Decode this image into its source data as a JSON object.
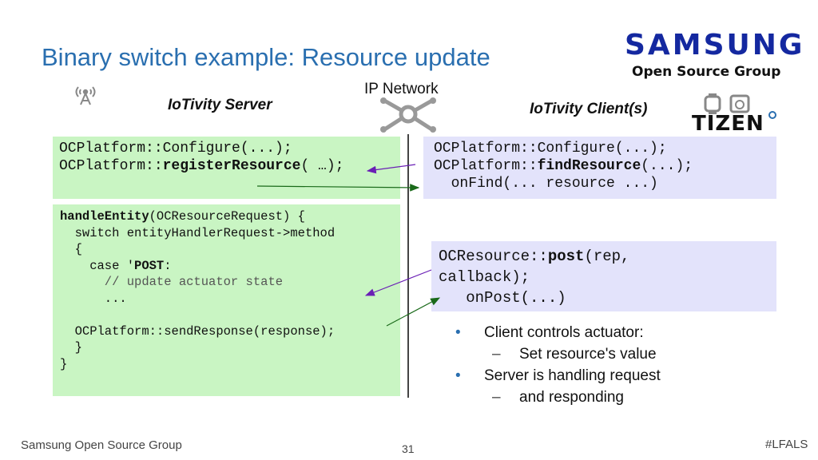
{
  "slide": {
    "title": "Binary switch example: Resource update",
    "server_label": "IoTivity Server",
    "client_label": "IoTivity Client(s)",
    "network_label": "IP Network"
  },
  "branding": {
    "samsung": "SAMSUNG",
    "open_source_group": "Open Source Group",
    "tizen": "TIZEN"
  },
  "server_code_top": {
    "line1": "OCPlatform::Configure(...);",
    "line2_prefix": "OCPlatform::",
    "line2_bold": "registerResource",
    "line2_suffix": "( …);"
  },
  "server_code_handler": {
    "l1_bold": "handleEntity",
    "l1_rest": "(OCResourceRequest) {",
    "l2": "  switch entityHandlerRequest->method",
    "l3": "  {",
    "l4_prefix": "    case '",
    "l4_bold": "POST",
    "l4_suffix": ":",
    "l5": "      // update actuator state",
    "l6": "      ...",
    "l7": "",
    "l8": "  OCPlatform::sendResponse(response);",
    "l9": "  }",
    "l10": "}"
  },
  "client_code_top": {
    "line1": "OCPlatform::Configure(...);",
    "line2_prefix": "OCPlatform::",
    "line2_bold": "findResource",
    "line2_suffix": "(...);",
    "line3": "  onFind(... resource ...)"
  },
  "client_code_post": {
    "line1_prefix": "OCResource::",
    "line1_bold": "post",
    "line1_suffix": "(rep,",
    "line2": "callback);",
    "line3": "   onPost(...)"
  },
  "bullets": [
    {
      "marker": "•",
      "text": "Client controls actuator:"
    },
    {
      "marker": "–",
      "text": "Set resource's value"
    },
    {
      "marker": "•",
      "text": "Server is handling request"
    },
    {
      "marker": "–",
      "text": "and responding"
    }
  ],
  "footer": {
    "left": "Samsung Open Source Group",
    "page": "31",
    "right": "#LFALS"
  },
  "colors": {
    "title": "#2a6fb0",
    "samsung_blue": "#1428a0",
    "green_box": "#c9f5c3",
    "lavender_box": "#e3e3fb",
    "arrow_green": "#1a6a1a",
    "arrow_purple": "#6a1fb5"
  },
  "icons": [
    "antenna-icon",
    "network-hub-icon",
    "watch-icon",
    "appliance-icon",
    "tizen-logo"
  ]
}
